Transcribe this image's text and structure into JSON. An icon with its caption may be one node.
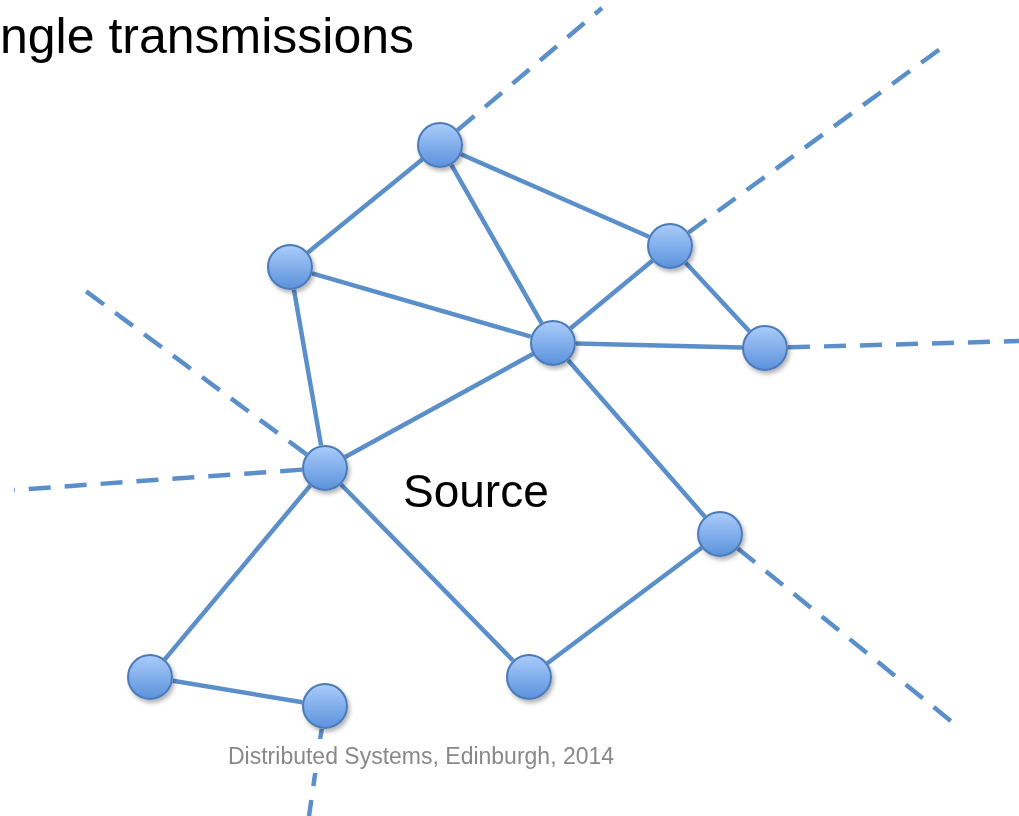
{
  "diagram": {
    "title": "ngle transmissions",
    "nodes": [
      {
        "text": [],
        "shape": "circle"
      },
      {
        "text": [],
        "shape": "circle"
      },
      {
        "text": [],
        "shape": "circle"
      },
      {
        "text": [],
        "shape": "circle"
      },
      {
        "text": [],
        "shape": "circle"
      },
      {
        "text": [],
        "shape": "circle"
      },
      {
        "text": [],
        "shape": "circle"
      },
      {
        "text": [],
        "shape": "circle"
      },
      {
        "text": [],
        "shape": "circle"
      },
      {
        "text": [],
        "shape": "circle"
      }
    ],
    "edges": [
      {
        "from": 0,
        "to": 2,
        "arrow": "none"
      },
      {
        "from": 0,
        "to": 1,
        "arrow": "none"
      },
      {
        "from": 0,
        "to": 3,
        "arrow": "none"
      },
      {
        "from": 2,
        "to": 3,
        "arrow": "none"
      },
      {
        "from": 1,
        "to": 3,
        "arrow": "none"
      },
      {
        "from": 1,
        "to": 4,
        "arrow": "none"
      },
      {
        "from": 3,
        "to": 4,
        "arrow": "none"
      },
      {
        "from": 2,
        "to": 5,
        "arrow": "none"
      },
      {
        "from": 5,
        "to": 3,
        "arrow": "none"
      },
      {
        "from": 3,
        "to": 6,
        "arrow": "none"
      },
      {
        "from": 5,
        "to": 7,
        "arrow": "none"
      },
      {
        "from": 5,
        "to": 8,
        "arrow": "none"
      },
      {
        "from": 8,
        "to": 6,
        "arrow": "none"
      },
      {
        "from": 7,
        "to": 9,
        "arrow": "none"
      },
      {
        "from": 0,
        "to": null,
        "arrow": "none",
        "style": "dashed"
      },
      {
        "from": 1,
        "to": null,
        "arrow": "none",
        "style": "dashed"
      },
      {
        "from": 4,
        "to": null,
        "arrow": "none",
        "style": "dashed"
      },
      {
        "from": 5,
        "to": null,
        "arrow": "none",
        "style": "dashed"
      },
      {
        "from": 5,
        "to": null,
        "arrow": "none",
        "style": "dashed"
      },
      {
        "from": 6,
        "to": null,
        "arrow": "none",
        "style": "dashed"
      },
      {
        "from": 9,
        "to": null,
        "arrow": "none",
        "style": "dashed"
      }
    ],
    "labels": [
      "Source",
      "Distributed Systems, Edinburgh, 2014"
    ]
  }
}
